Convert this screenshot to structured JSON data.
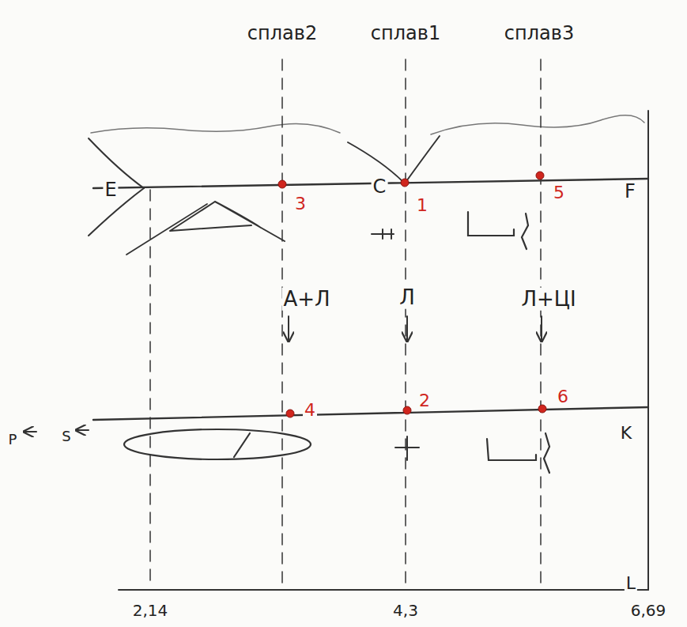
{
  "diagram": {
    "labels": [
      "сплав2",
      "сплав1",
      "сплав3",
      "E",
      "C",
      "F",
      "1",
      "3",
      "5",
      "А+Л",
      "Л",
      "Л+ЦI",
      "4",
      "2",
      "6",
      "P",
      "S",
      "K",
      "L",
      "2,14",
      "4,3",
      "6,69"
    ]
  }
}
